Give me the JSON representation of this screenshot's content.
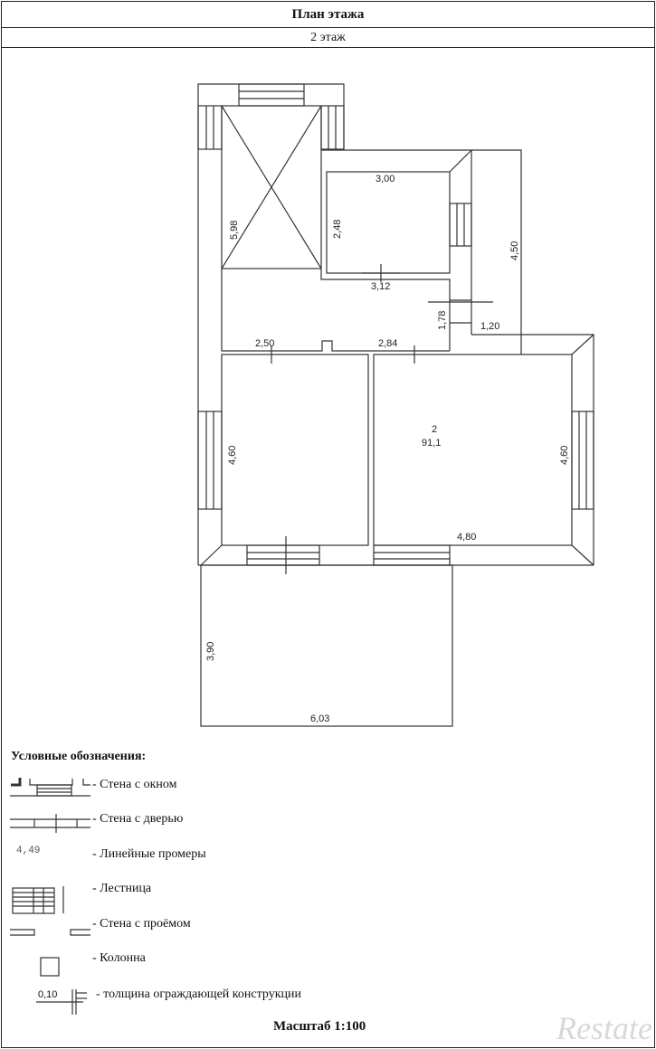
{
  "header": {
    "title": "План этажа",
    "floor": "2 этаж"
  },
  "plan": {
    "room_number": "2",
    "room_area": "91,1",
    "dimensions": {
      "stair_height": "5,98",
      "small_room_width": "3,00",
      "small_room_height": "2,48",
      "small_room_bottom": "3,12",
      "right_strip_height": "4,50",
      "corridor_step": "1,78",
      "corridor_step_width": "1,20",
      "corridor_left": "2,50",
      "corridor_right": "2,84",
      "left_room_height": "4,60",
      "right_room_height": "4,60",
      "right_room_width": "4,80",
      "balcony_height": "3,90",
      "balcony_width": "6,03"
    }
  },
  "legend": {
    "title": "Условные обозначения:",
    "items": [
      "- Стена с окном",
      "- Стена с дверью",
      "- Линейные промеры",
      "- Лестница",
      "- Стена с проёмом",
      "- Колонна",
      "- толщина ограждающей конструкции"
    ],
    "measure_sample": "4,49",
    "thickness_sample": "0,10"
  },
  "scale": "Масштаб 1:100",
  "watermark": "Restate"
}
